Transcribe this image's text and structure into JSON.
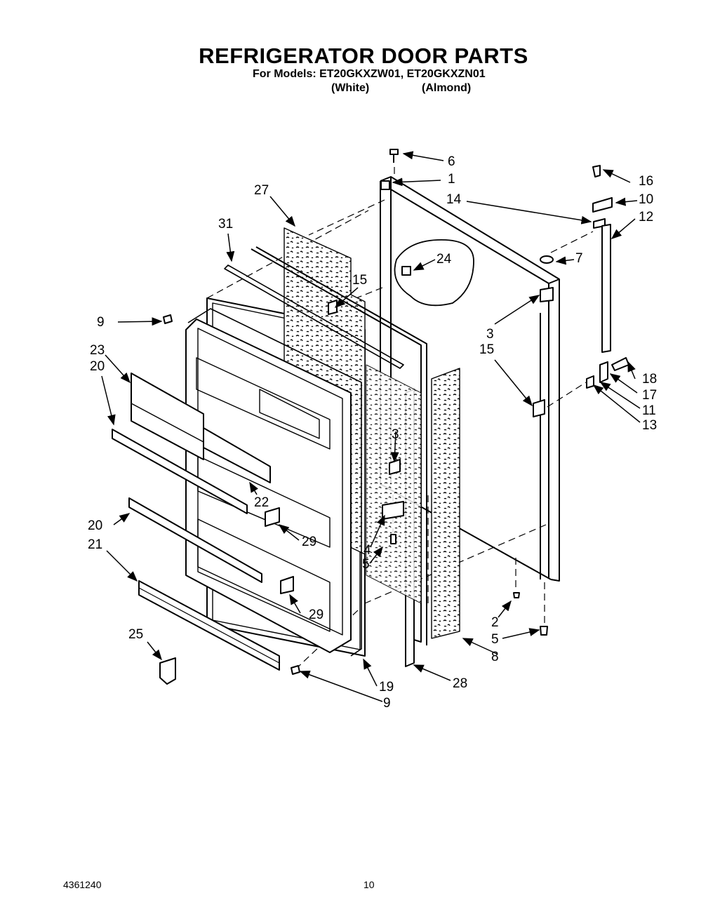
{
  "header": {
    "title": "REFRIGERATOR DOOR PARTS",
    "models_line": "For Models: ET20GKXZW01, ET20GKXZN01",
    "variant_white": "(White)",
    "variant_almond": "(Almond)"
  },
  "footer": {
    "doc_number": "4361240",
    "page_number": "10"
  },
  "callouts": {
    "p1": "1",
    "p2": "2",
    "p3a": "3",
    "p3b": "3",
    "p4": "4",
    "p5a": "5",
    "p5b": "5",
    "p6": "6",
    "p7": "7",
    "p8": "8",
    "p9a": "9",
    "p9b": "9",
    "p10": "10",
    "p11": "11",
    "p12": "12",
    "p13": "13",
    "p14": "14",
    "p15a": "15",
    "p15b": "15",
    "p16": "16",
    "p17": "17",
    "p18": "18",
    "p19": "19",
    "p20a": "20",
    "p20b": "20",
    "p21": "21",
    "p22": "22",
    "p23": "23",
    "p24": "24",
    "p25": "25",
    "p27": "27",
    "p28": "28",
    "p29a": "29",
    "p29b": "29",
    "p31": "31"
  }
}
